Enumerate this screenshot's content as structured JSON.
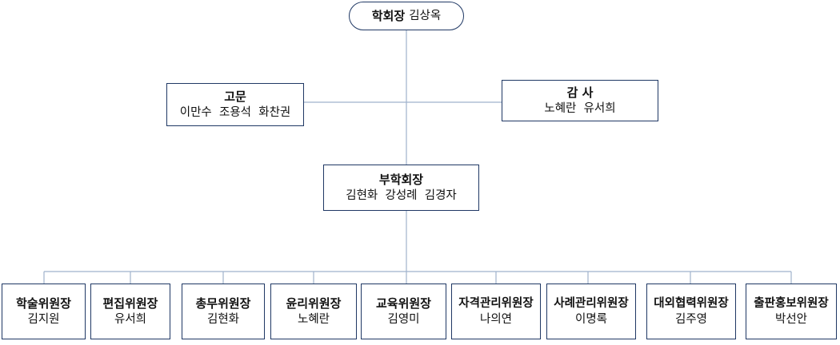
{
  "president": {
    "title": "학회장",
    "name": "김상옥"
  },
  "advisor": {
    "title": "고문",
    "names": "이만수  조용석  화찬권"
  },
  "auditor": {
    "title": "감 사",
    "names": "노혜란  유서희"
  },
  "vice": {
    "title": "부학회장",
    "names": "김현화  강성례  김경자"
  },
  "committees": [
    {
      "title": "학술위원장",
      "name": "김지원"
    },
    {
      "title": "편집위원장",
      "name": "유서희"
    },
    {
      "title": "총무위원장",
      "name": "김현화"
    },
    {
      "title": "윤리위원장",
      "name": "노혜란"
    },
    {
      "title": "교육위원장",
      "name": "김영미"
    },
    {
      "title": "자격관리위원장",
      "name": "나의연"
    },
    {
      "title": "사례관리위원장",
      "name": "이명록"
    },
    {
      "title": "대외협력위원장",
      "name": "김주영"
    },
    {
      "title": "출판홍보위원장",
      "name": "박선안"
    }
  ],
  "colors": {
    "border": "#1f3864",
    "line": "#9fb2cc"
  }
}
